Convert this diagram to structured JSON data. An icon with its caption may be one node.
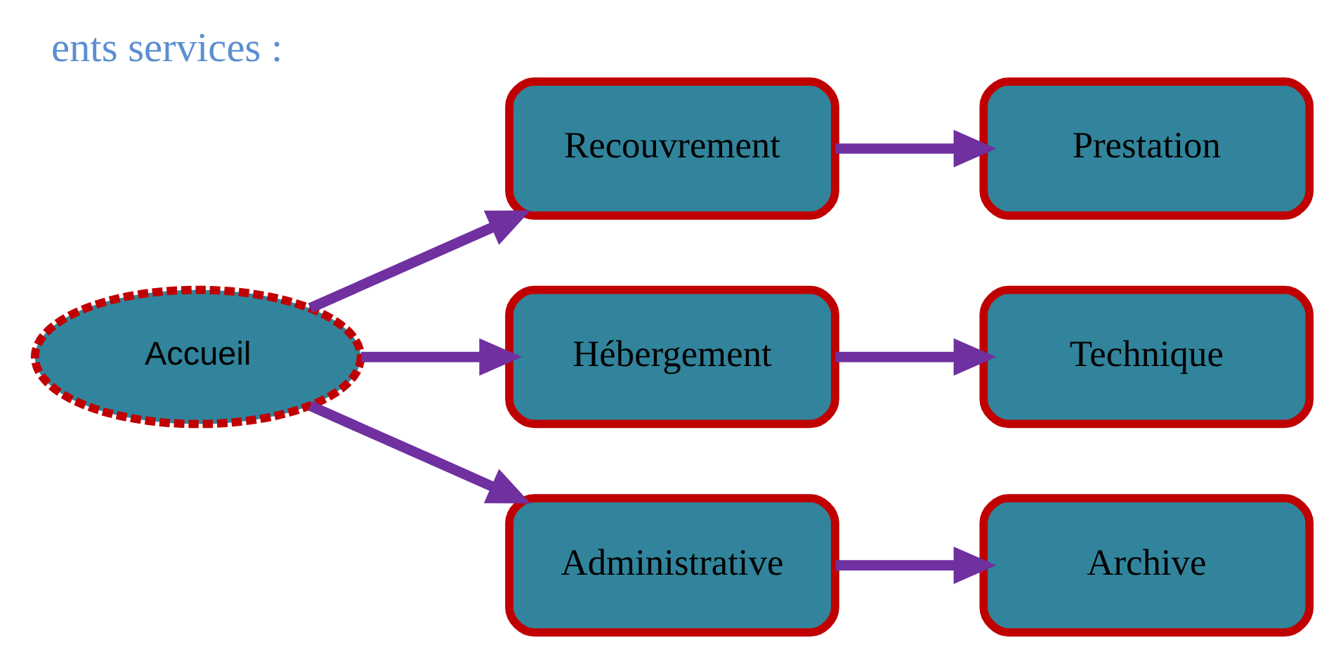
{
  "diagram": {
    "title": "ents services :",
    "nodes": [
      {
        "text": [
          "Accueil"
        ]
      },
      {
        "text": [
          "Recouvrement"
        ]
      },
      {
        "text": [
          "Prestation"
        ]
      },
      {
        "text": [
          "Hébergement"
        ]
      },
      {
        "text": [
          "Technique"
        ]
      },
      {
        "text": [
          "Administrative"
        ]
      },
      {
        "text": [
          "Archive"
        ]
      }
    ],
    "edges": [
      {
        "from": 0,
        "to": 1,
        "arrow": "to"
      },
      {
        "from": 1,
        "to": 2,
        "arrow": "to"
      },
      {
        "from": 0,
        "to": 3,
        "arrow": "to"
      },
      {
        "from": 3,
        "to": 4,
        "arrow": "to"
      },
      {
        "from": 0,
        "to": 5,
        "arrow": "to"
      },
      {
        "from": 5,
        "to": 6,
        "arrow": "to"
      }
    ]
  }
}
